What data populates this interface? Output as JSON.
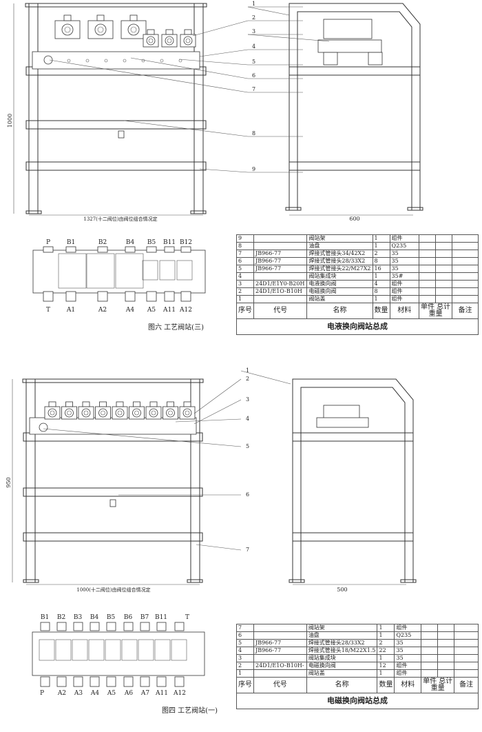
{
  "drawing1": {
    "caption": "图六 工艺阀站(三)",
    "front_width_dim": "1327(十二阀位)由阀位组合情况定",
    "front_height_dim": "1000",
    "side_width_dim": "600",
    "callouts": [
      "1",
      "2",
      "3",
      "4",
      "5",
      "6",
      "7",
      "8",
      "9"
    ],
    "top_ports": [
      "P",
      "B1",
      "B2",
      "B4",
      "B5",
      "B11",
      "B12"
    ],
    "bottom_ports": [
      "T",
      "A1",
      "A2",
      "A4",
      "A5",
      "A11",
      "A12"
    ],
    "bom": {
      "rows": [
        {
          "no": "9",
          "code": "",
          "name": "阀站架",
          "qty": "1",
          "material": "组件"
        },
        {
          "no": "8",
          "code": "",
          "name": "油盘",
          "qty": "1",
          "material": "Q235"
        },
        {
          "no": "7",
          "code": "JB966-77",
          "name": "焊接式管接头34/42X2",
          "qty": "2",
          "material": "35"
        },
        {
          "no": "6",
          "code": "JB966-77",
          "name": "焊接式管接头28/33X2",
          "qty": "8",
          "material": "35"
        },
        {
          "no": "5",
          "code": "JB966-77",
          "name": "焊接式管接头22/M27X2",
          "qty": "16",
          "material": "35"
        },
        {
          "no": "4",
          "code": "",
          "name": "阀站集成块",
          "qty": "1",
          "material": "35#"
        },
        {
          "no": "3",
          "code": "24D1/E1Y0-B20H",
          "name": "电液换向阀",
          "qty": "4",
          "material": "组件"
        },
        {
          "no": "2",
          "code": "24D1/E1O-B10H",
          "name": "电磁换向阀",
          "qty": "8",
          "material": "组件"
        },
        {
          "no": "1",
          "code": "",
          "name": "阀站盖",
          "qty": "1",
          "material": "组件"
        }
      ],
      "title": "电液换向阀站总成"
    }
  },
  "drawing2": {
    "caption": "图四 工艺阀站(一)",
    "front_width_dim": "1000(十二阀位)由阀位组合情况定",
    "front_height_dim": "950",
    "side_width_dim": "500",
    "callouts": [
      "1",
      "2",
      "3",
      "4",
      "5",
      "6",
      "7"
    ],
    "top_ports": [
      "B1",
      "B2",
      "B3",
      "B4",
      "B5",
      "B6",
      "B7",
      "B11",
      "T"
    ],
    "bottom_ports": [
      "P",
      "A2",
      "A3",
      "A4",
      "A5",
      "A6",
      "A7",
      "A11",
      "A12"
    ],
    "bom": {
      "rows": [
        {
          "no": "7",
          "code": "",
          "name": "阀站架",
          "qty": "1",
          "material": "组件"
        },
        {
          "no": "6",
          "code": "",
          "name": "油盘",
          "qty": "1",
          "material": "Q235"
        },
        {
          "no": "5",
          "code": "JB966-77",
          "name": "焊接式管接头28/33X2",
          "qty": "2",
          "material": "35"
        },
        {
          "no": "4",
          "code": "JB966-77",
          "name": "焊接式管接头18/M22X1.5",
          "qty": "22",
          "material": "35"
        },
        {
          "no": "3",
          "code": "",
          "name": "阀站集成块",
          "qty": "1",
          "material": "35"
        },
        {
          "no": "2",
          "code": "24D1/E1O-B10H-",
          "name": "电磁换向阀",
          "qty": "12",
          "material": "组件"
        },
        {
          "no": "1",
          "code": "",
          "name": "阀站盖",
          "qty": "1",
          "material": "组件"
        }
      ],
      "title": "电磁换向阀站总成"
    }
  },
  "bom_headers": {
    "no": "序号",
    "code": "代号",
    "name": "名称",
    "qty": "数量",
    "material": "材料",
    "unit": "单件",
    "total": "总计",
    "weight": "重量",
    "remark": "备注"
  }
}
